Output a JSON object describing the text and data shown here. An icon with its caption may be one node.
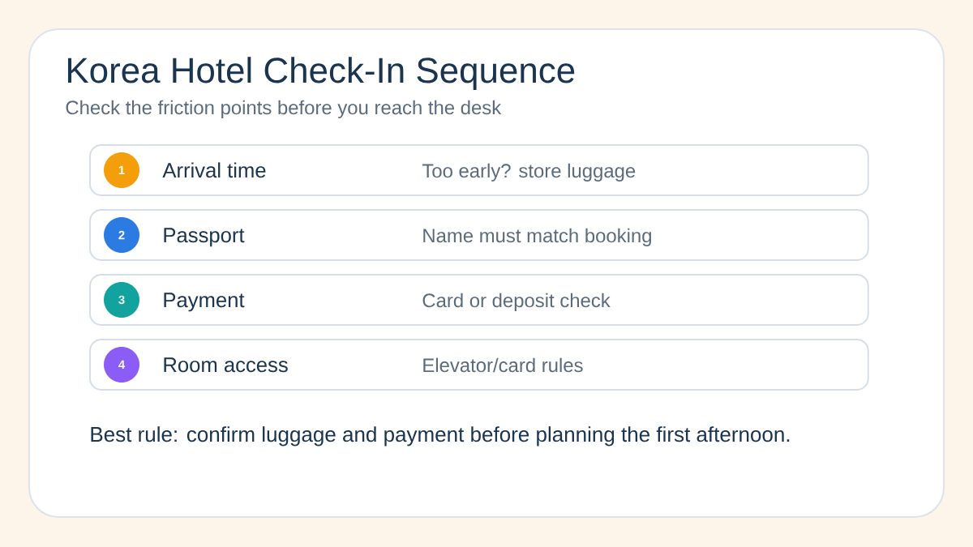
{
  "diagram": {
    "title": "Korea Hotel Check-In Sequence",
    "nodes": [
      {
        "text": [
          "Arrival time",
          "Too early? store luggage"
        ]
      },
      {
        "text": [
          "1"
        ],
        "in": 0
      },
      {
        "text": [
          "Passport",
          "Name must match booking"
        ]
      },
      {
        "text": [
          "2"
        ],
        "in": 2
      },
      {
        "text": [
          "Payment",
          "Card or deposit check"
        ]
      },
      {
        "text": [
          "3"
        ],
        "in": 4
      },
      {
        "text": [
          "Room access",
          "Elevator/card rules"
        ]
      },
      {
        "text": [
          "4"
        ],
        "in": 6
      }
    ],
    "labels": [
      "Check the friction points before you reach the desk",
      "Best rule: confirm luggage and payment before planning the first afternoon."
    ]
  }
}
